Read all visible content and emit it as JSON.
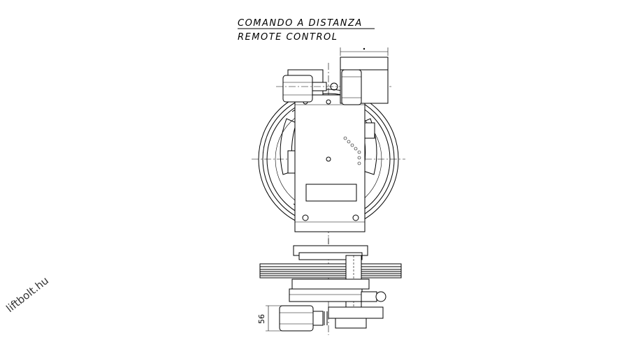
{
  "title": {
    "line1": "COMANDO A DISTANZA",
    "line2": "REMOTE CONTROL"
  },
  "dimension": {
    "height_label": "56"
  },
  "watermark": {
    "text": "liftbolt.hu"
  }
}
